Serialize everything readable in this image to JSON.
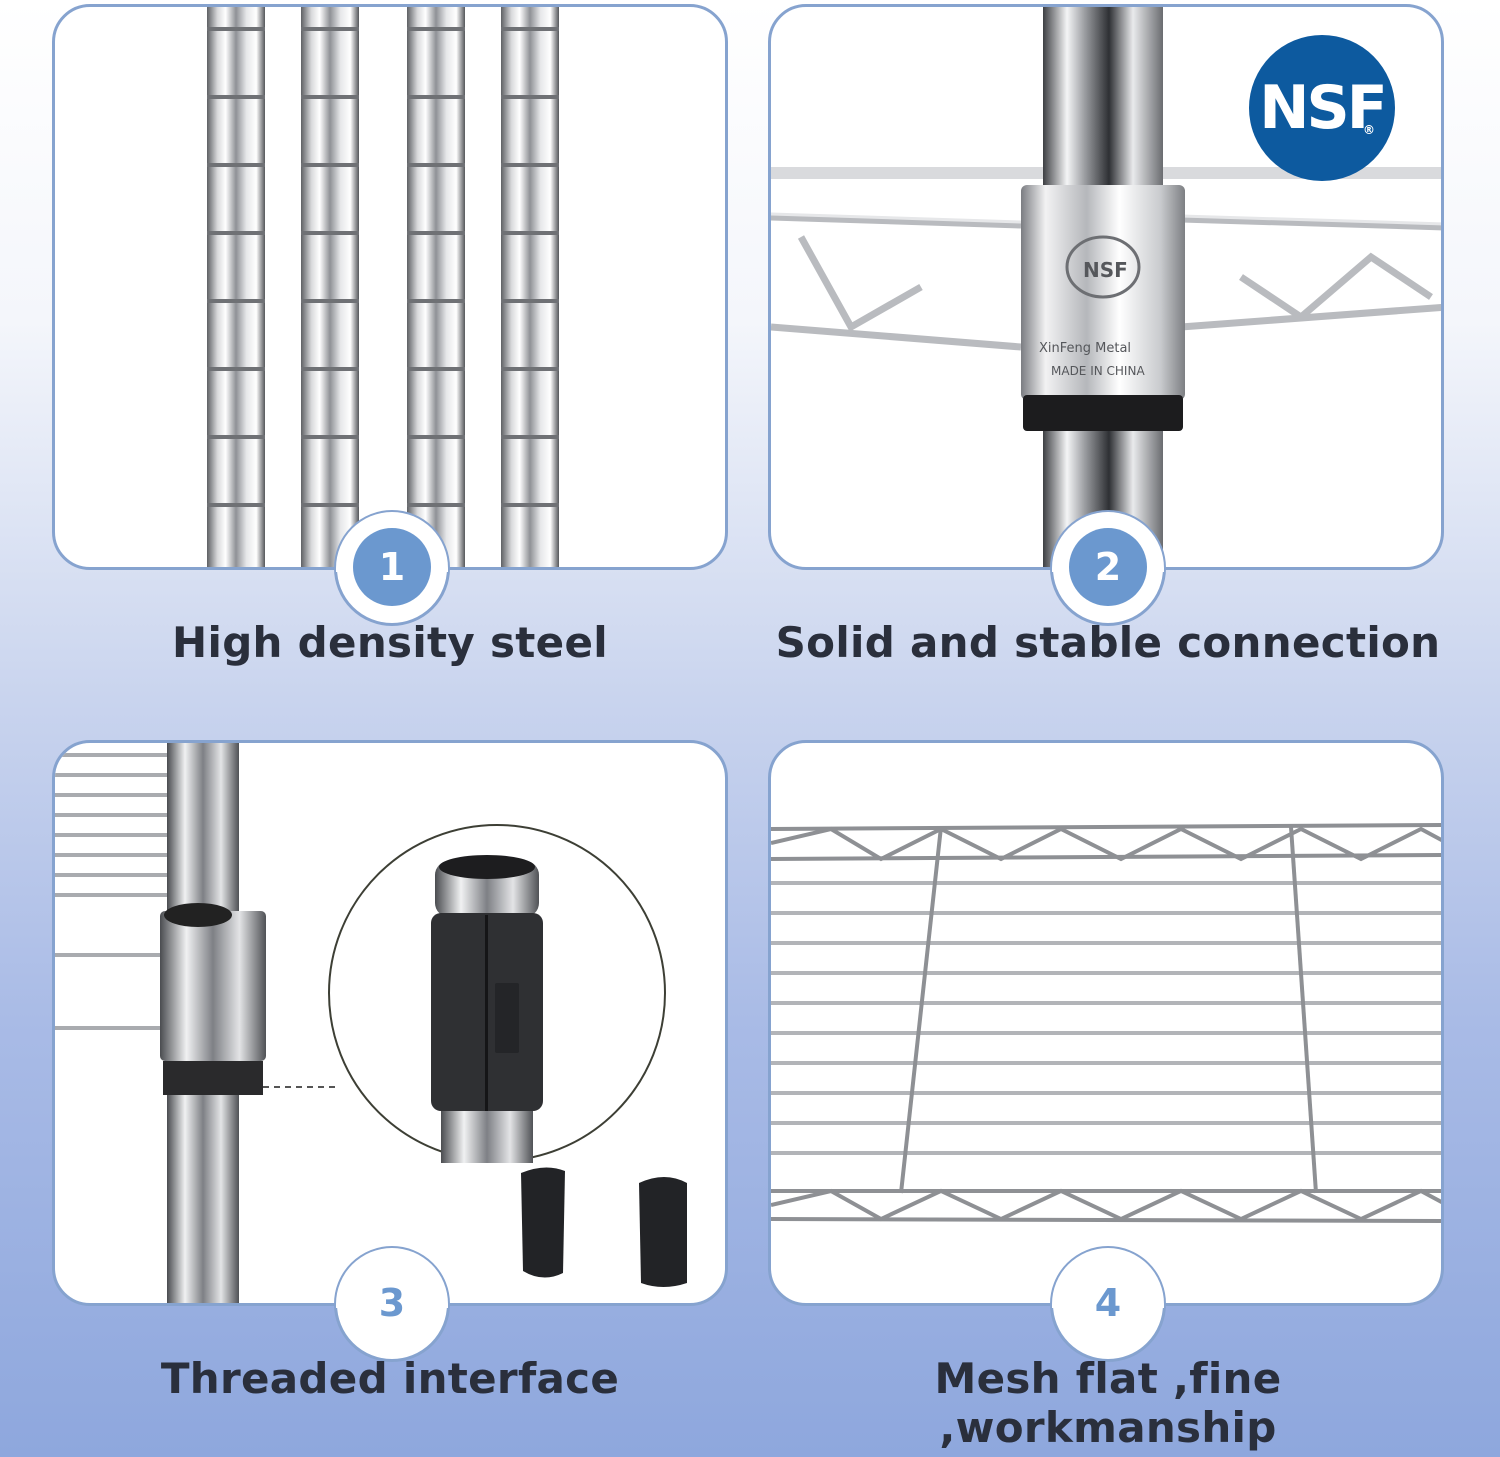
{
  "features": [
    {
      "number": "1",
      "caption": "High density steel"
    },
    {
      "number": "2",
      "caption": "Solid and stable connection"
    },
    {
      "number": "3",
      "caption": "Threaded interface"
    },
    {
      "number": "4",
      "caption": "Mesh flat ,fine ,workmanship"
    }
  ],
  "nsf_logo": {
    "text": "NSF",
    "registered": "®"
  },
  "colors": {
    "panel_border": "#86a3cf",
    "badge_fill": "#6b98cf",
    "nsf_blue": "#0d5a9f",
    "caption_text": "#2a2f3c"
  }
}
